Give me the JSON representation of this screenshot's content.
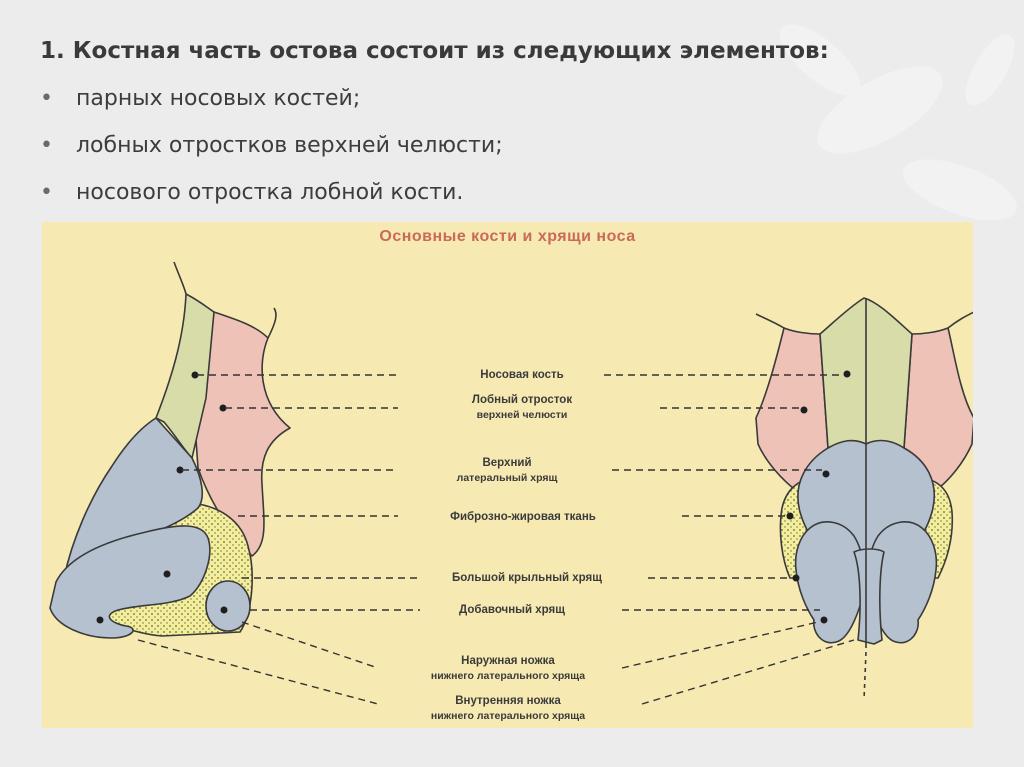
{
  "slide": {
    "title": "1. Костная часть остова состоит из следующих элементов:",
    "bullets": [
      {
        "marker": "•",
        "text": "парных носовых костей;"
      },
      {
        "marker": "•",
        "text": "лобных отростков верхней челюсти;"
      },
      {
        "marker": "•",
        "text": "носового отростка лобной кости."
      }
    ]
  },
  "figure": {
    "title": "Основные кости и хрящи носа",
    "labels": [
      {
        "line1": "Носовая кость",
        "line2": ""
      },
      {
        "line1": "Лобный отросток",
        "line2": "верхней челюсти"
      },
      {
        "line1": "Верхний",
        "line2": "латеральный хрящ"
      },
      {
        "line1": "Фиброзно-жировая ткань",
        "line2": ""
      },
      {
        "line1": "Большой крыльный хрящ",
        "line2": ""
      },
      {
        "line1": "Добавочный хрящ",
        "line2": ""
      },
      {
        "line1": "Наружная ножка",
        "line2": "нижнего латерального хряща"
      },
      {
        "line1": "Внутренняя ножка",
        "line2": "нижнего латерального хряща"
      }
    ]
  },
  "colors": {
    "background": "#ececec",
    "figure_bg": "#f6e9b2",
    "bone_green": "#d8dca8",
    "maxilla_pink": "#efc2b8",
    "cartilage_blue": "#b5c1cf",
    "fat_yellow": "#f3ee9c",
    "title_red": "#c96a5a"
  }
}
